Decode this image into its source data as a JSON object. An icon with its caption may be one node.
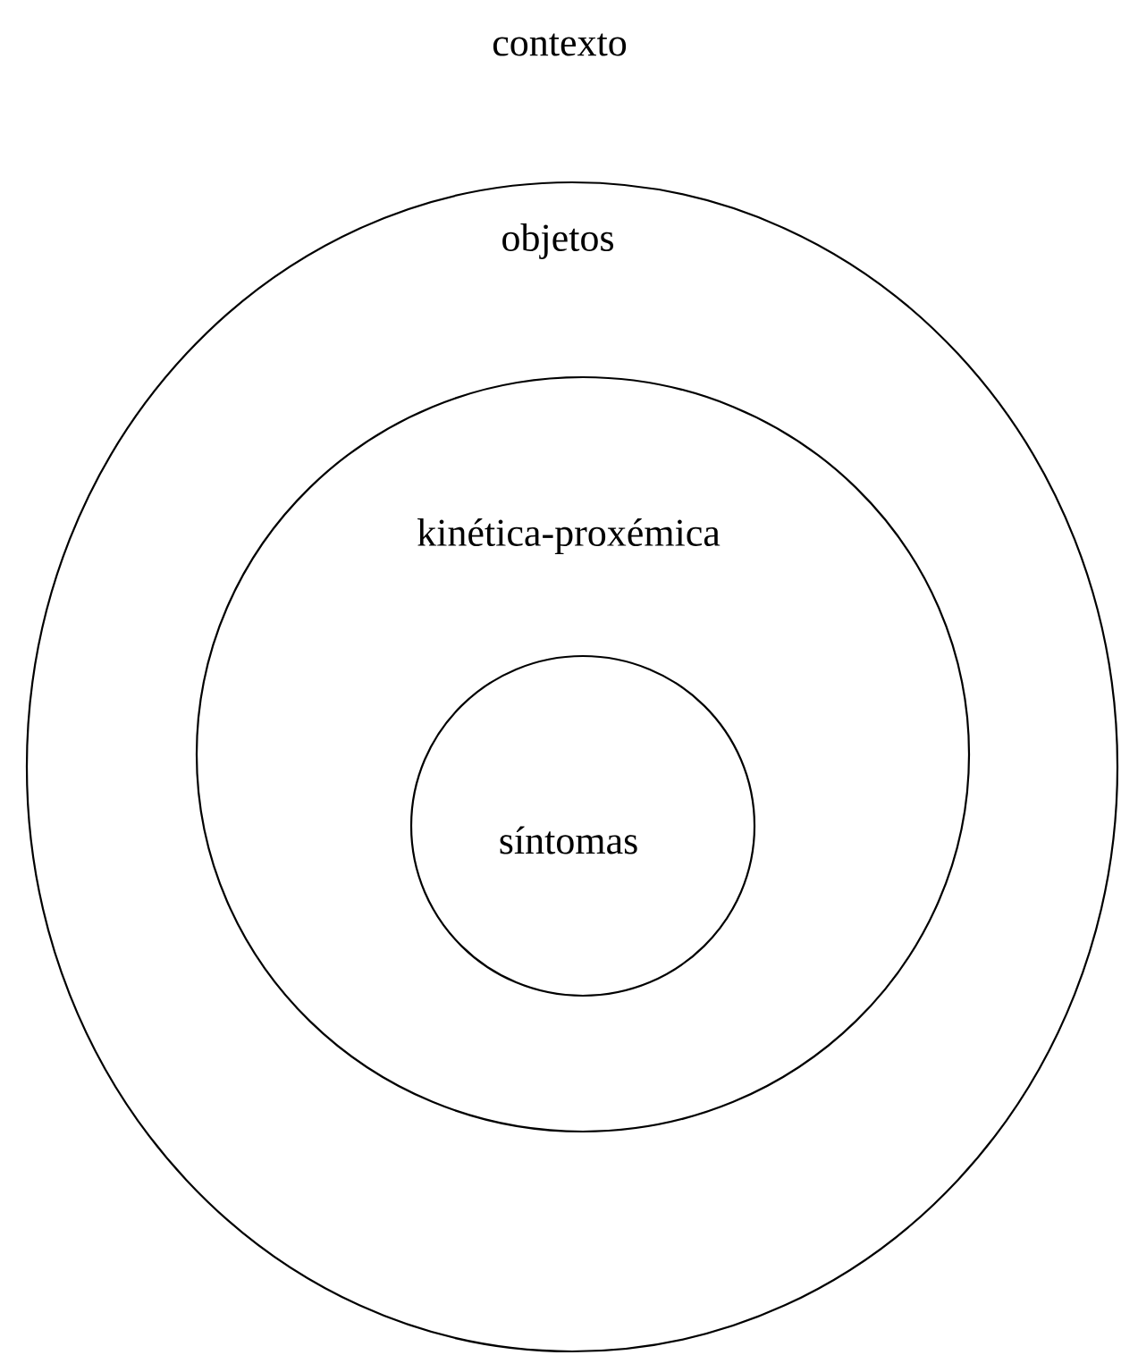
{
  "diagram": {
    "nodes": [
      {
        "text": [
          "objetos"
        ]
      },
      {
        "text": [
          "kinética-proxémica"
        ],
        "in": 0
      },
      {
        "text": [
          "síntomas"
        ],
        "in": 1
      }
    ],
    "labels": [
      "contexto"
    ]
  }
}
